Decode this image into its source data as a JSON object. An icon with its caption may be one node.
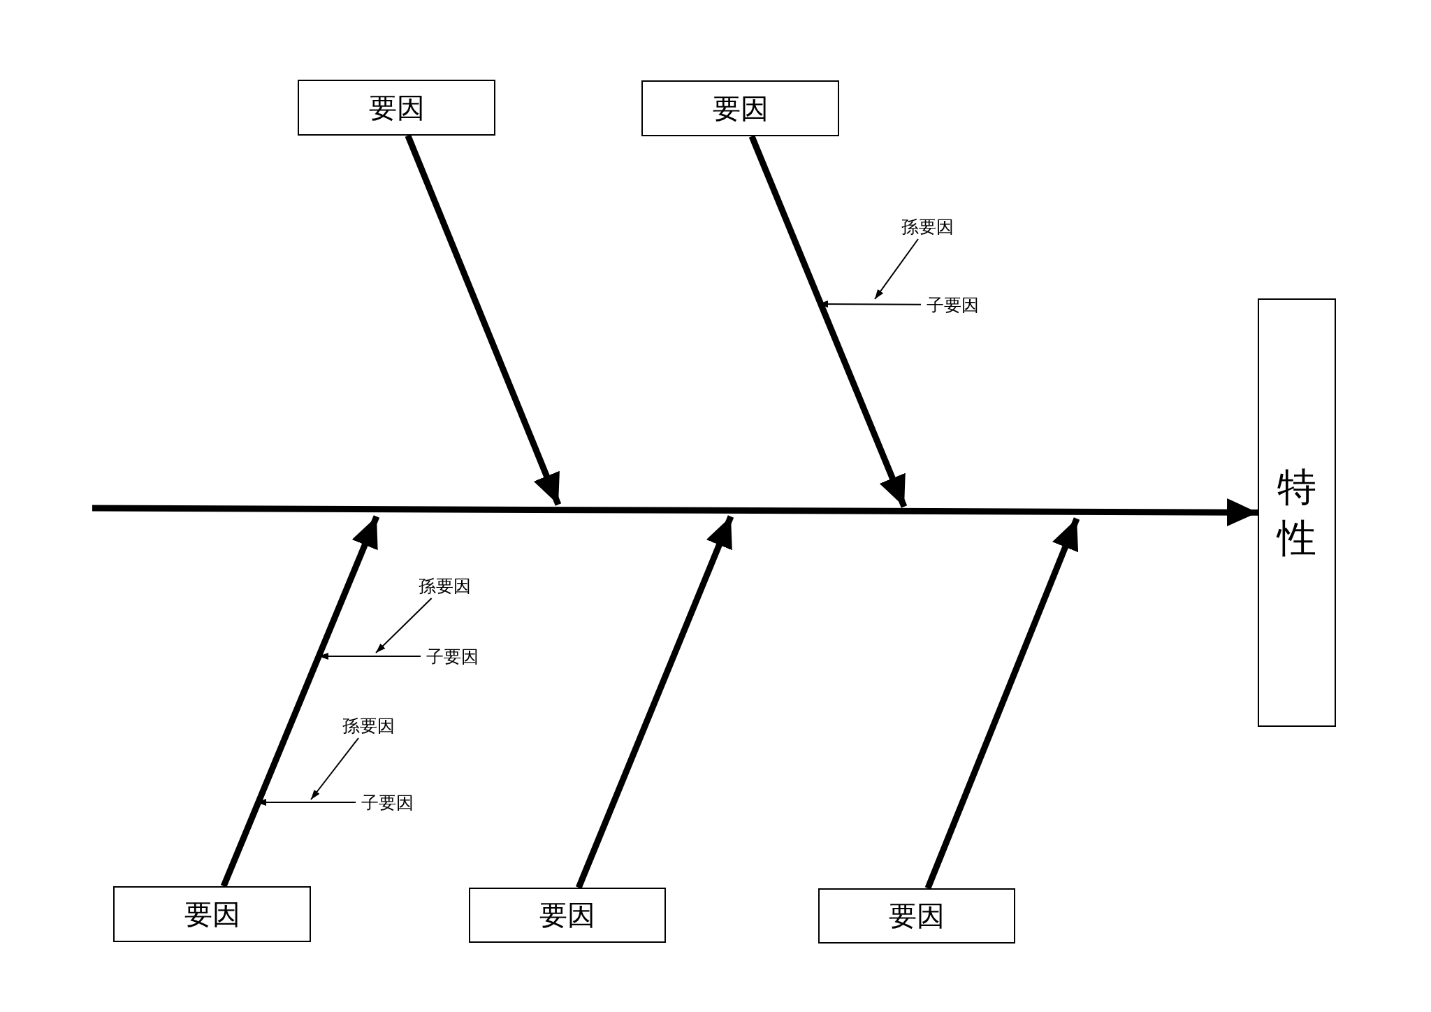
{
  "diagram": {
    "nodes": [
      {
        "text": [
          "要因"
        ]
      },
      {
        "text": [
          "要因"
        ]
      },
      {
        "text": [
          "孫要因"
        ]
      },
      {
        "text": [
          "子要因"
        ]
      },
      {
        "text": [
          "特性"
        ]
      },
      {
        "text": [
          "孫要因"
        ]
      },
      {
        "text": [
          "子要因"
        ]
      },
      {
        "text": [
          "孫要因"
        ]
      },
      {
        "text": [
          "子要因"
        ]
      },
      {
        "text": [
          "要因"
        ]
      },
      {
        "text": [
          "要因"
        ]
      },
      {
        "text": [
          "要因"
        ]
      }
    ],
    "edges": [
      {
        "from": null,
        "to": 4,
        "arrow": "to",
        "style": "thick"
      },
      {
        "from": 0,
        "to": null,
        "arrow": "to",
        "style": "thick"
      },
      {
        "from": 1,
        "to": null,
        "arrow": "to",
        "style": "thick"
      },
      {
        "from": 3,
        "to": null,
        "arrow": "to"
      },
      {
        "from": 2,
        "to": null,
        "arrow": "to"
      },
      {
        "from": 9,
        "to": null,
        "arrow": "to",
        "style": "thick"
      },
      {
        "from": 10,
        "to": null,
        "arrow": "to",
        "style": "thick"
      },
      {
        "from": 11,
        "to": null,
        "arrow": "to",
        "style": "thick"
      },
      {
        "from": 6,
        "to": null,
        "arrow": "to"
      },
      {
        "from": 5,
        "to": null,
        "arrow": "to"
      },
      {
        "from": 8,
        "to": null,
        "arrow": "to"
      },
      {
        "from": 7,
        "to": null,
        "arrow": "to"
      }
    ]
  }
}
